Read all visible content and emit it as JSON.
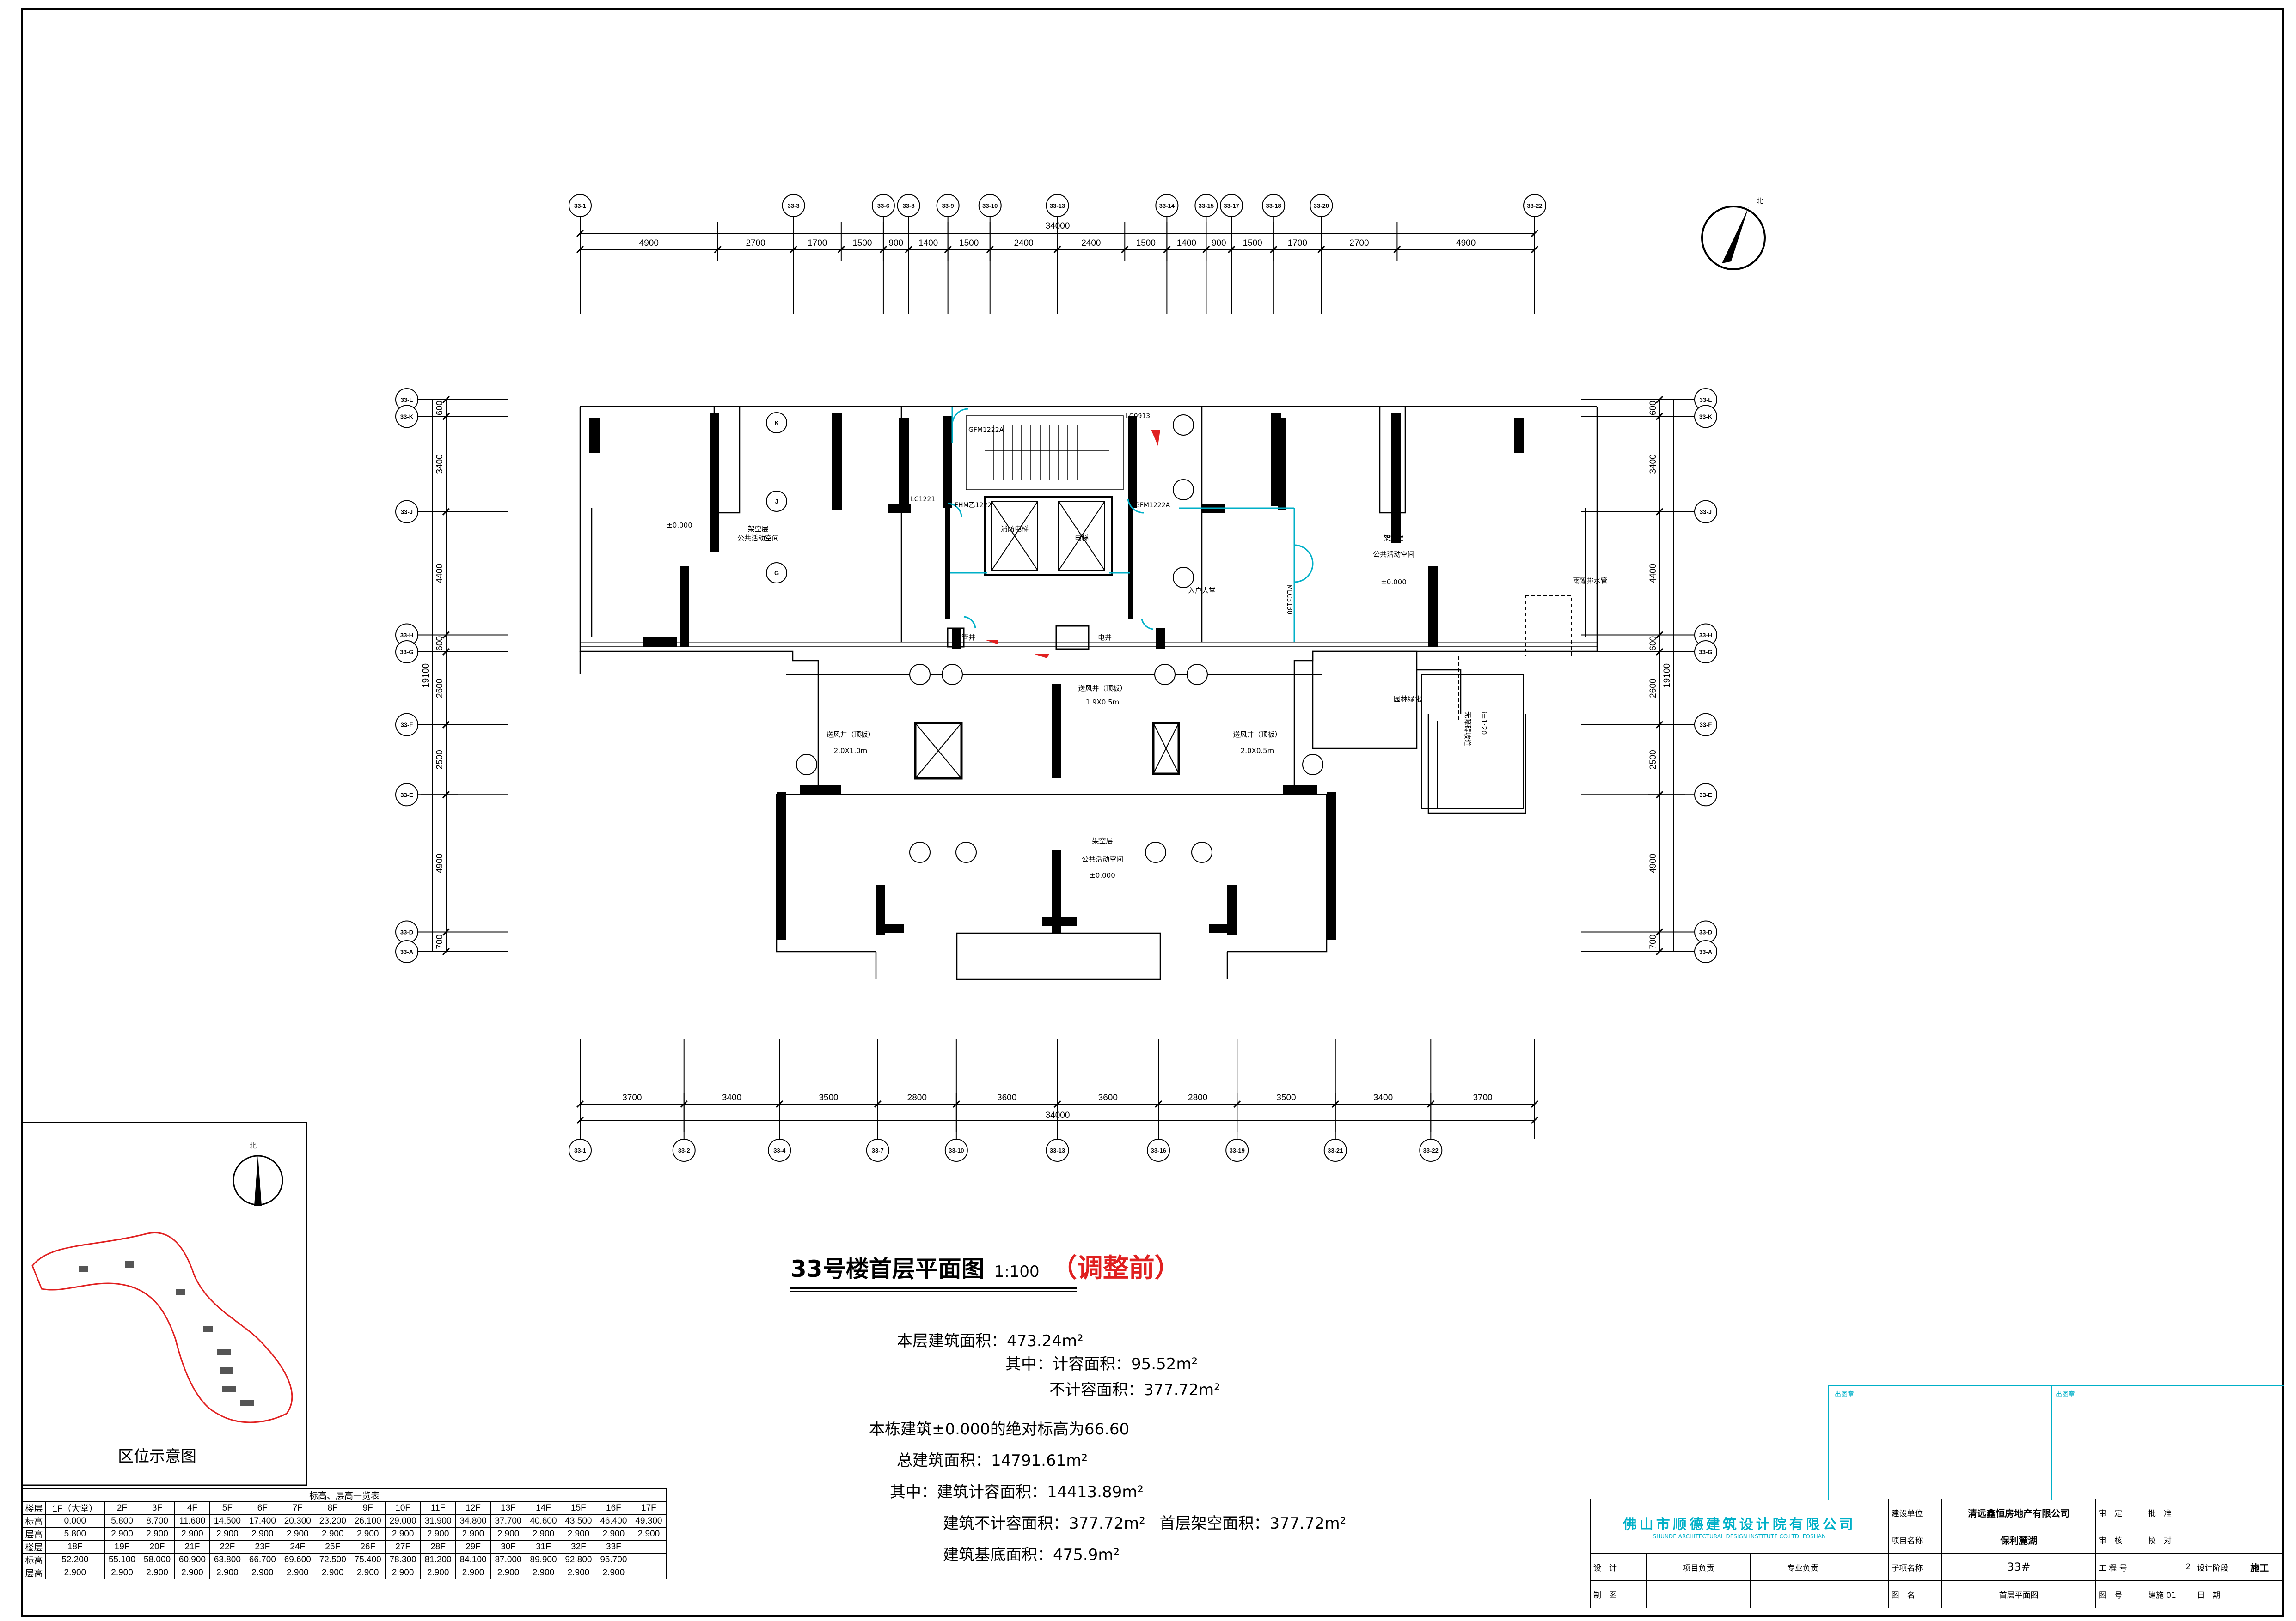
{
  "drawing": {
    "title": "33号楼首层平面图",
    "scale": "1:100",
    "status_tag": "（调整前）",
    "north_label": "北"
  },
  "area_info": {
    "floor_area": "本层建筑面积：473.24m²",
    "of_which_far": "其中：计容面积：95.52m²",
    "non_far": "不计容面积：377.72m²",
    "elevation": "本栋建筑±0.000的绝对标高为66.60",
    "total_area": "总建筑面积：14791.61m²",
    "far_area": "其中：建筑计容面积：14413.89m²",
    "non_far_total": "建筑不计容面积：377.72m²",
    "stilt_area": "首层架空面积：377.72m²",
    "footprint": "建筑基底面积：475.9m²"
  },
  "top_dims": {
    "total": "34000",
    "segments": [
      "4900",
      "2700",
      "1700",
      "1500",
      "900",
      "1400",
      "1500",
      "2400",
      "2400",
      "1500",
      "1400",
      "900",
      "1500",
      "1700",
      "2700",
      "4900"
    ]
  },
  "bottom_dims": {
    "total": "34000",
    "segments": [
      "3700",
      "3400",
      "3500",
      "2800",
      "3600",
      "3600",
      "2800",
      "3500",
      "3400",
      "3700"
    ]
  },
  "side_dims": {
    "total": "19100",
    "segments": [
      "600",
      "3400",
      "4400",
      "600",
      "2600",
      "2500",
      "4900",
      "700"
    ]
  },
  "axis_labels": {
    "top": [
      "33-1",
      "33-3",
      "33-6",
      "33-8",
      "33-9",
      "33-10",
      "33-13",
      "33-14",
      "33-15",
      "33-17",
      "33-18",
      "33-20",
      "33-22"
    ],
    "bottom": [
      "33-1",
      "33-2",
      "33-4",
      "33-7",
      "33-10",
      "33-13",
      "33-16",
      "33-19",
      "33-21",
      "33-22"
    ],
    "left": [
      "33-L",
      "33-K",
      "33-J",
      "33-H",
      "33-G",
      "33-F",
      "33-E",
      "33-D",
      "33-A"
    ],
    "right": [
      "33-L",
      "33-K",
      "33-J",
      "33-H",
      "33-G",
      "33-F",
      "33-E",
      "33-D",
      "33-A"
    ]
  },
  "plan_labels": {
    "stilt_space": "架空层",
    "public_space": "公共活动空间",
    "elev_zero": "±0.000",
    "elevator_hall": "入户大堂",
    "fire_elevator": "消防电梯",
    "elevator": "电梯",
    "shaft_a": "送风井（顶板）",
    "shaft_a_size": "1.9X0.5m",
    "shaft_b": "送风井（顶板）",
    "shaft_b_size": "2.0X1.0m",
    "shaft_c": "送风井（顶板）",
    "shaft_c_size": "2.0X0.5m",
    "ramp": "无障碍坡道",
    "ramp_slope": "i=1:20",
    "garden": "园林绿化",
    "pipe_note": "雨篷排水管",
    "well": "管井",
    "power_well": "电井",
    "door_a": "GFM1222A",
    "door_b": "GFM1222A",
    "door_c": "FHM乙1222",
    "door_d": "LC1221",
    "door_e": "LC0913",
    "door_f": "MLC3130"
  },
  "location_map": {
    "caption": "区位示意图",
    "north_label": "北"
  },
  "level_table": {
    "title": "标高、层高一览表",
    "row_labels": [
      "楼层",
      "标高",
      "层高",
      "楼层",
      "标高",
      "层高"
    ],
    "floors_1": [
      "1F（大堂）",
      "2F",
      "3F",
      "4F",
      "5F",
      "6F",
      "7F",
      "8F",
      "9F",
      "10F",
      "11F",
      "12F",
      "13F",
      "14F",
      "15F",
      "16F",
      "17F"
    ],
    "elev_1": [
      "0.000",
      "5.800",
      "8.700",
      "11.600",
      "14.500",
      "17.400",
      "20.300",
      "23.200",
      "26.100",
      "29.000",
      "31.900",
      "34.800",
      "37.700",
      "40.600",
      "43.500",
      "46.400",
      "49.300"
    ],
    "height_1": [
      "5.800",
      "2.900",
      "2.900",
      "2.900",
      "2.900",
      "2.900",
      "2.900",
      "2.900",
      "2.900",
      "2.900",
      "2.900",
      "2.900",
      "2.900",
      "2.900",
      "2.900",
      "2.900",
      "2.900"
    ],
    "floors_2": [
      "18F",
      "19F",
      "20F",
      "21F",
      "22F",
      "23F",
      "24F",
      "25F",
      "26F",
      "27F",
      "28F",
      "29F",
      "30F",
      "31F",
      "32F",
      "33F",
      ""
    ],
    "elev_2": [
      "52.200",
      "55.100",
      "58.000",
      "60.900",
      "63.800",
      "66.700",
      "69.600",
      "72.500",
      "75.400",
      "78.300",
      "81.200",
      "84.100",
      "87.000",
      "89.900",
      "92.800",
      "95.700",
      ""
    ],
    "height_2": [
      "2.900",
      "2.900",
      "2.900",
      "2.900",
      "2.900",
      "2.900",
      "2.900",
      "2.900",
      "2.900",
      "2.900",
      "2.900",
      "2.900",
      "2.900",
      "2.900",
      "2.900",
      "2.900",
      ""
    ]
  },
  "title_block": {
    "institute": "佛山市顺德建筑设计院有限公司",
    "institute_en": "SHUNDE ARCHITECTURAL DESIGN INSTITUTE CO.LTD. FOSHAN",
    "client_label": "建设单位",
    "client": "清远鑫恒房地产有限公司",
    "project_label": "项目名称",
    "project": "保利麓湖",
    "sub_label": "子项名称",
    "sub": "33#",
    "drawing_label": "图　名",
    "drawing": "首层平面图",
    "review_label": "审　定",
    "approve_label": "批　准",
    "check_label": "审　核",
    "proof_label": "校　对",
    "design_label": "设　计",
    "draw_label": "制　图",
    "pm_label": "项目负责",
    "spec_label": "专业负责",
    "job_label": "工 程 号",
    "design_stage_label": "设计阶段",
    "design_stage": "施工",
    "sheet_label": "图　号",
    "sheet": "建施 01",
    "date_label": "日　期",
    "version": "2",
    "stamp_label_1": "出图章",
    "stamp_label_2": "出图章"
  }
}
